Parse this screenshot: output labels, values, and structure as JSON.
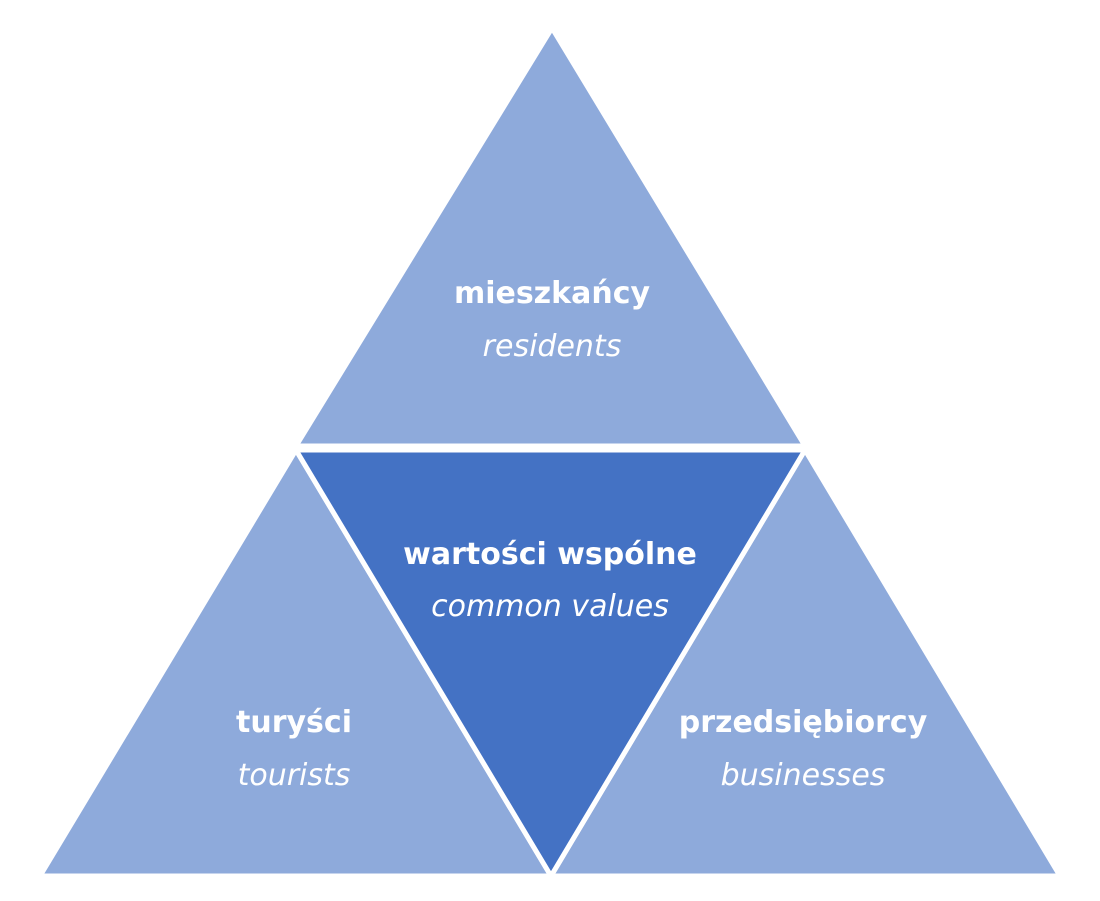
{
  "colors": {
    "outer_triangle": "#8eaadb",
    "center_triangle": "#4472c4",
    "divider": "#ffffff",
    "text": "#ffffff"
  },
  "segments": {
    "top": {
      "label": "mieszkańcy",
      "sublabel": "residents"
    },
    "center": {
      "label": "wartości wspólne",
      "sublabel": "common values"
    },
    "left": {
      "label": "turyści",
      "sublabel": "tourists"
    },
    "right": {
      "label": "przedsiębiorcy",
      "sublabel": "businesses"
    }
  }
}
